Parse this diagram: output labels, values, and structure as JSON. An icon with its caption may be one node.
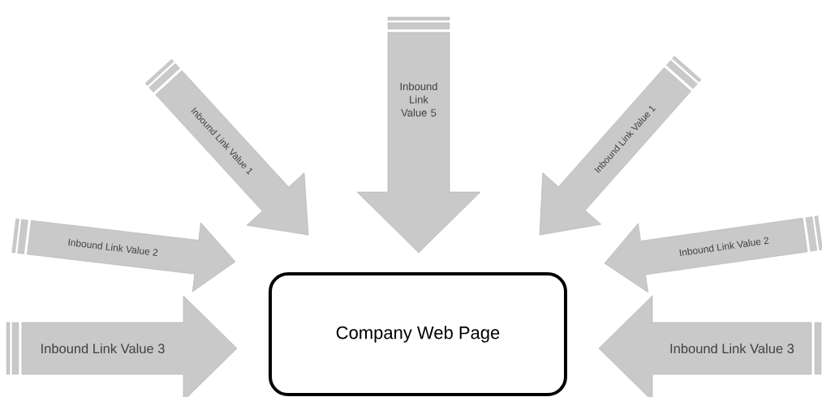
{
  "diagram": {
    "nodes": [
      {
        "text": [
          "Company Web Page"
        ]
      },
      {
        "text": [
          "Inbound Link Value 5"
        ]
      },
      {
        "text": [
          "Inbound Link Value 1"
        ]
      },
      {
        "text": [
          "Inbound Link Value 1"
        ]
      },
      {
        "text": [
          "Inbound Link Value 2"
        ]
      },
      {
        "text": [
          "Inbound Link Value 2"
        ]
      },
      {
        "text": [
          "Inbound Link Value 3"
        ]
      },
      {
        "text": [
          "Inbound Link Value 3"
        ]
      }
    ]
  }
}
